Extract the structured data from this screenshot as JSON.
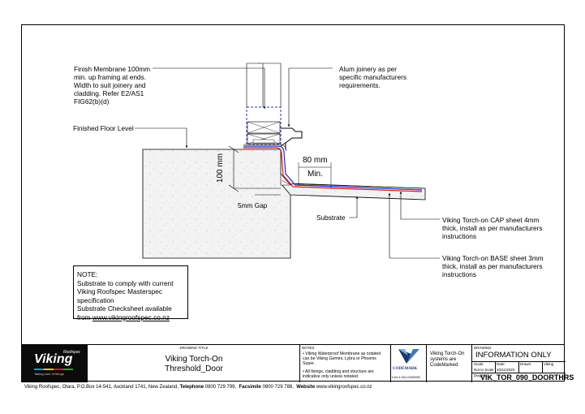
{
  "labels": {
    "finish_membrane": "Finish Membrane 100mm\nmin. up framing at ends.\nWidth to suit joinery and\ncladding. Refer E2/AS1\nFIG62(b)(d)",
    "alum_joinery": "Alum joinery as per\nspecific manufacturers\nrequirements.",
    "finished_floor": "Finished Floor Level",
    "dim_100": "100 mm",
    "dim_80": "80 mm",
    "min": "Min.",
    "gap": "5mm Gap",
    "substrate": "Substrate",
    "cap_sheet": "Viking Torch-on CAP sheet 4mm\nthick, install as per manufacturers\ninstructions",
    "base_sheet": "Viking Torch-on BASE sheet 3mm\nthick, install as per manufacturers\ninstructions"
  },
  "note": {
    "heading": "NOTE:",
    "body": "Substrate to comply with current\nViking Roofspec Masterspec\nspecification\nSubstrate Checksheet available\nfrom ",
    "link": "www.vikingroofspec.co.nz"
  },
  "title_block": {
    "logo_small": "Roofspec",
    "logo_main": "Viking",
    "logo_tag": "Taking care of things",
    "drawing_title_label": "DRAWING TITLE",
    "title_line1": "Viking Torch-On",
    "title_line2": "Threshold_Door",
    "notes_label": "NOTES",
    "note_1": "Viking Waterproof Membrane as notated can be Viking Gemini, Lybra or Phoenix Super.",
    "note_2": "All fixings, cladding and structure are indicative only unless notated.",
    "codemark_text": "CODEMARK",
    "cert": "Cert # GM-CM30092",
    "codemark_note": "Viking Torch-On\nsystems are\nCodeMarked",
    "drawing_label": "DRAWING",
    "status": "INFORMATION ONLY",
    "scale_label": "Scale:",
    "scale": "Not to Scale",
    "date_label": "Date:",
    "date": "20/11/2020",
    "drawn_label": "Drawn:",
    "drawn": "Viking",
    "dwg_no_label": "Dwg No:",
    "dwg_no": "VIK_TOR_090_DOORTHRS"
  },
  "footer": {
    "address": "Viking Roofspec, Otara, P.O.Box 14-541, Auckland 1741, New Zealand,   ",
    "tel_label": "Telephone",
    "tel": "0800 729 799,",
    "fax_label": "Facsimile",
    "fax": "0800 729 788,",
    "web_label": "Website",
    "web": "www.vikingroofspec.co.nz"
  },
  "colors": {
    "cap_membrane": "#e01010",
    "base_membrane": "#1a2ad0",
    "frame_dash": "#2233cc",
    "concrete": "#f2f2f2"
  }
}
